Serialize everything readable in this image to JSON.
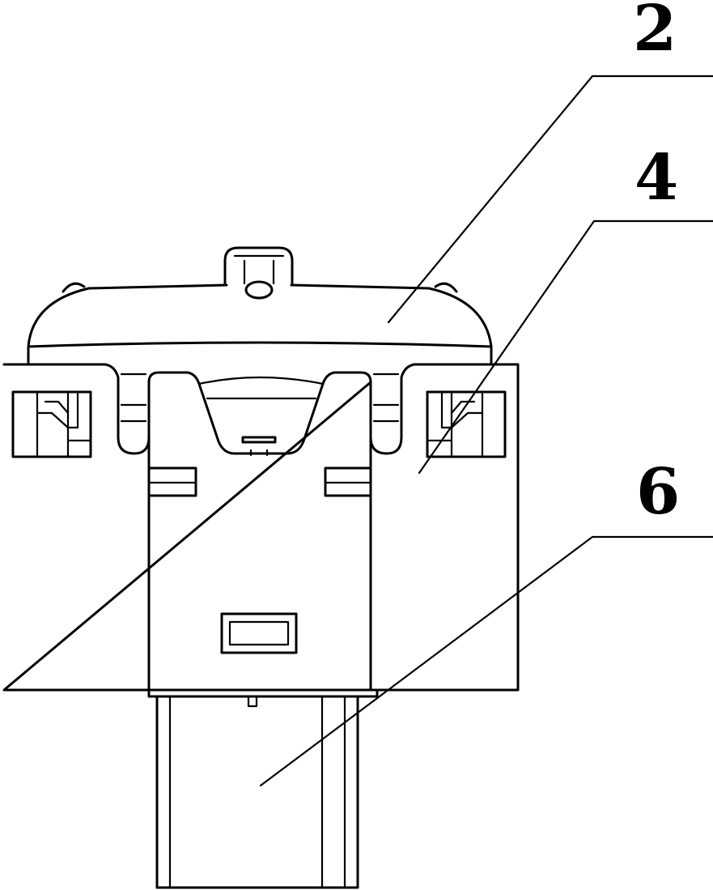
{
  "callouts": [
    {
      "id": "2",
      "label": "2"
    },
    {
      "id": "4",
      "label": "4"
    },
    {
      "id": "6",
      "label": "6"
    }
  ]
}
